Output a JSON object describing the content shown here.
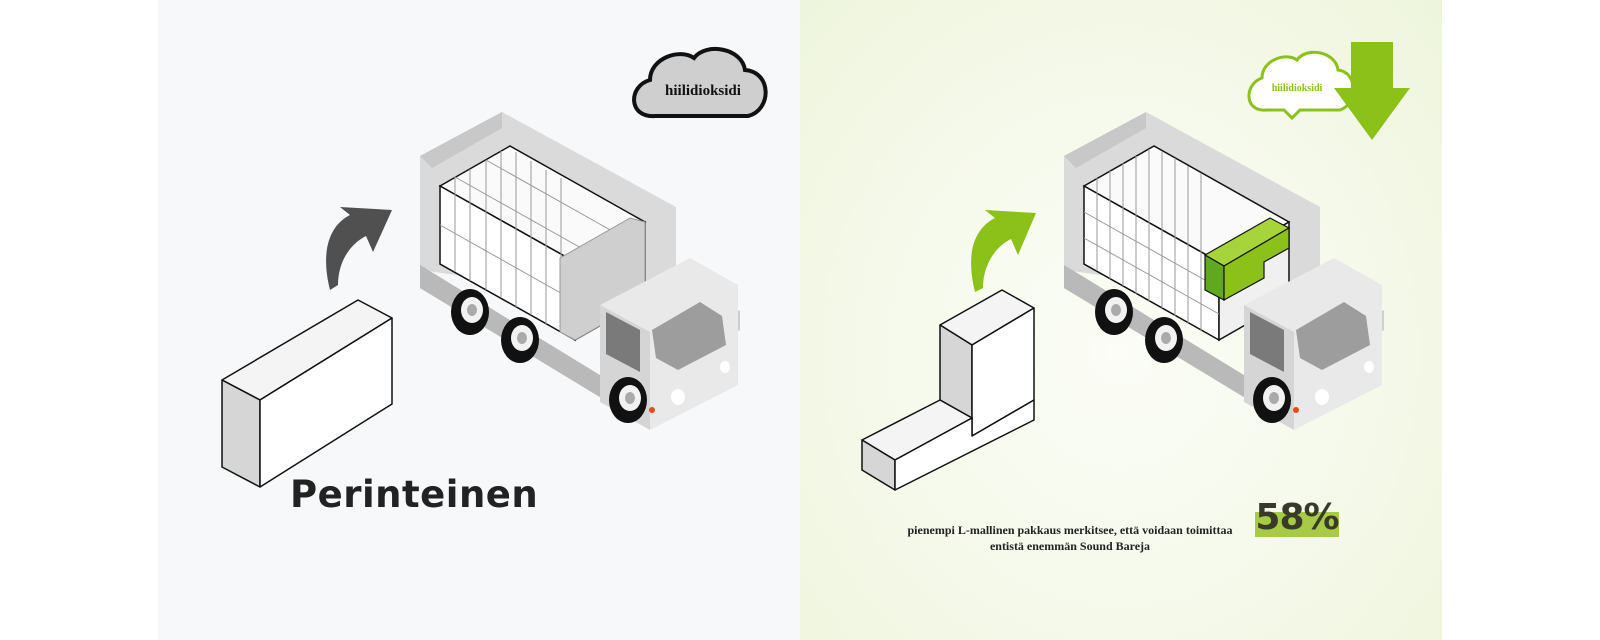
{
  "left": {
    "cloud_label": "hiilidioksidi",
    "heading": "Perinteinen"
  },
  "right": {
    "cloud_label": "hiilidioksidi",
    "description_line1": "pienempi L-mallinen pakkaus merkitsee, että voidaan toimittaa",
    "description_line2": "entistä enemmän Sound Bareja",
    "percent": "58%"
  },
  "colors": {
    "accent_green": "#8cc11a",
    "highlight_green": "#a8cb45",
    "dark_arrow": "#555555"
  }
}
